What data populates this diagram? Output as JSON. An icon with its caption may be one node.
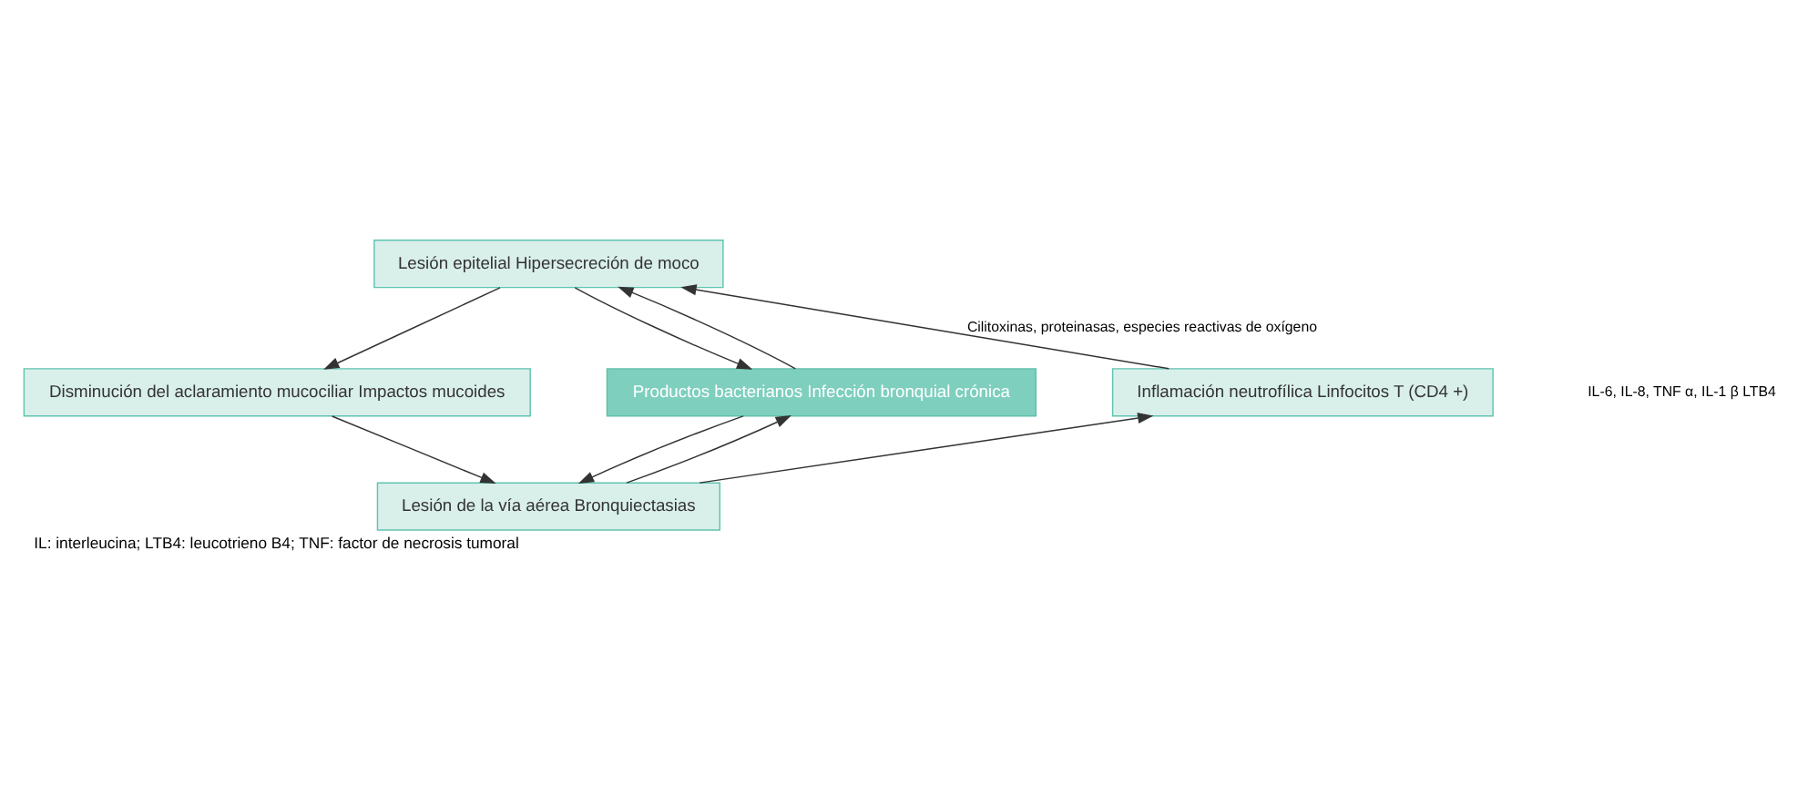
{
  "diagram": {
    "caption": "IL: interleucina; LTB4: leucotrieno B4; TNF: factor de necrosis tumoral",
    "nodes": [
      {
        "text": [
          "Lesión epitelial Hipersecreción de moco"
        ]
      },
      {
        "text": [
          "Disminución del aclaramiento mucociliar Impactos mucoides"
        ]
      },
      {
        "text": [
          "Productos bacterianos Infección bronquial crónica"
        ]
      },
      {
        "text": [
          "Inflamación neutrofílica Linfocitos T (CD4 +)"
        ]
      },
      {
        "text": [
          "Lesión de la vía aérea Bronquiectasias"
        ]
      }
    ],
    "edges": [
      {
        "from": 0,
        "to": 1,
        "arrow": "to"
      },
      {
        "from": 0,
        "to": 2,
        "arrow": "to"
      },
      {
        "from": 2,
        "to": 0,
        "arrow": "to"
      },
      {
        "from": 2,
        "to": 4,
        "arrow": "to"
      },
      {
        "from": 4,
        "to": 2,
        "arrow": "to"
      },
      {
        "from": 1,
        "to": 4,
        "arrow": "to"
      },
      {
        "from": 4,
        "to": 3,
        "arrow": "to"
      },
      {
        "from": 3,
        "to": 0,
        "arrow": "to",
        "label": "Cilitoxinas, proteinasas, especies reactivas de oxígeno"
      }
    ],
    "labels": [
      "IL-6, IL-8, TNF α, IL-1 β LTB4"
    ]
  }
}
